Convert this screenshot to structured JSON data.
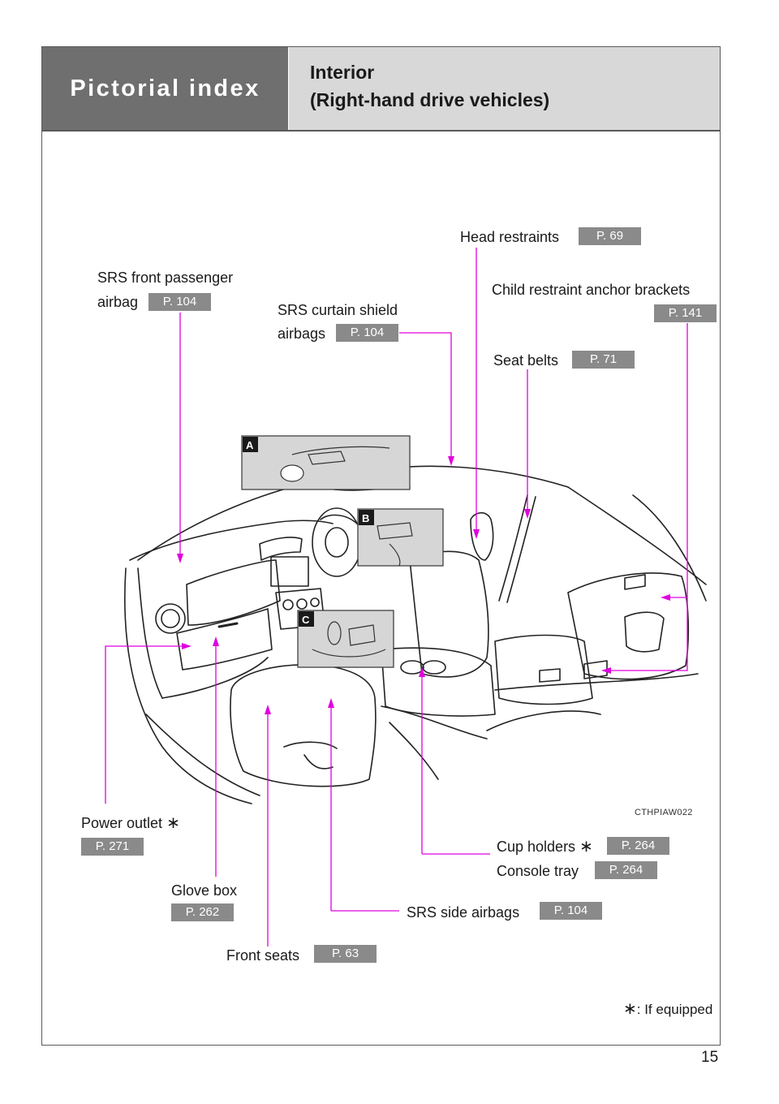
{
  "header": {
    "section": "Pictorial index",
    "title_line1": "Interior",
    "title_line2": "(Right-hand drive vehicles)"
  },
  "callouts": {
    "head_restraints": {
      "label": "Head restraints",
      "page": "P. 69"
    },
    "srs_front_passenger": {
      "label_line1": "SRS front passenger",
      "label_line2": "airbag",
      "page": "P. 104"
    },
    "child_restraint": {
      "label": "Child restraint anchor brackets",
      "page": "P. 141"
    },
    "srs_curtain": {
      "label_line1": "SRS curtain shield",
      "label_line2": "airbags",
      "page": "P. 104"
    },
    "seat_belts": {
      "label": "Seat belts",
      "page": "P. 71"
    },
    "power_outlet": {
      "label": "Power outlet",
      "marker": "∗",
      "page": "P. 271"
    },
    "cup_holders": {
      "label": "Cup holders",
      "marker": "∗",
      "page": "P. 264"
    },
    "console_tray": {
      "label": "Console tray",
      "page": "P. 264"
    },
    "glove_box": {
      "label": "Glove box",
      "page": "P. 262"
    },
    "srs_side": {
      "label": "SRS side airbags",
      "page": "P. 104"
    },
    "front_seats": {
      "label": "Front seats",
      "page": "P. 63"
    }
  },
  "inset_letters": {
    "a": "A",
    "b": "B",
    "c": "C"
  },
  "illustration_code": "CTHPIAW022",
  "footnote": {
    "marker": "∗",
    "text": ": If equipped"
  },
  "page_number": "15",
  "colors": {
    "callout_line": "#e000e0",
    "header_dark": "#6f6f6f",
    "header_light": "#d8d8d8",
    "page_badge": "#8a8a8a"
  }
}
